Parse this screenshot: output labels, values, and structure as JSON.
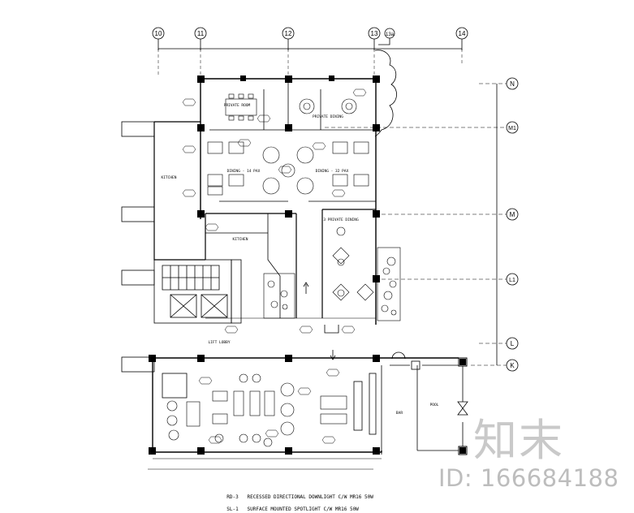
{
  "grid": {
    "columns": [
      "10",
      "11",
      "12",
      "13",
      "13a",
      "14"
    ],
    "rows": [
      "N",
      "M1",
      "M",
      "L1",
      "L",
      "K"
    ]
  },
  "rooms": {
    "private_room": "PRIVATE ROOM",
    "private_dining": "PRIVATE DINING",
    "dining_a": "DINING - 14 PAX",
    "dining_b": "DINING - 32 PAX",
    "kitchen": "KITCHEN",
    "pantry": "KITCHEN",
    "private_dining_low": "3 PRIVATE DINING",
    "lift_lobby": "LIFT LOBBY",
    "bar": "BAR",
    "pool": "POOL"
  },
  "legend": [
    {
      "code": "RD-3",
      "text": "RECESSED DIRECTIONAL DOWNLIGHT C/W MR16 50W"
    },
    {
      "code": "SL-1",
      "text": "SURFACE MOUNTED SPOTLIGHT C/W MR16 50W"
    }
  ],
  "watermark": {
    "brand": "知末",
    "id": "ID: 166684188"
  }
}
